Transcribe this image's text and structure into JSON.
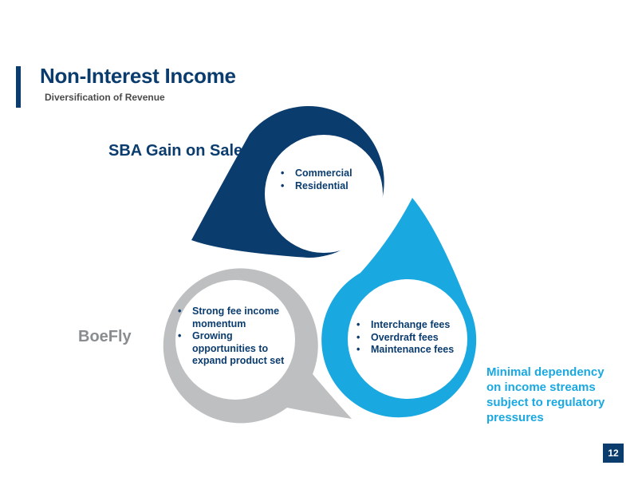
{
  "header": {
    "title": "Non-Interest Income",
    "subtitle": "Diversification of Revenue"
  },
  "segments": [
    {
      "label": "SBA Gain on Sale",
      "color": "#0b3c6e",
      "items": [
        "Commercial",
        "Residential"
      ]
    },
    {
      "label": "BoeFly",
      "color": "#bdbfc1",
      "items": [
        "Strong fee income momentum",
        "Growing opportunities to expand product set"
      ]
    },
    {
      "label": "Minimal dependency on income streams subject to regulatory pressures",
      "color": "#1aa8e0",
      "items": [
        "Interchange fees",
        "Overdraft fees",
        "Maintenance fees"
      ]
    }
  ],
  "colors": {
    "navy": "#0b3c6e",
    "gray": "#bdbfc1",
    "cyan": "#1aa8e0",
    "gray_text": "#8a8d90"
  },
  "footer": {
    "page_number": "12"
  }
}
